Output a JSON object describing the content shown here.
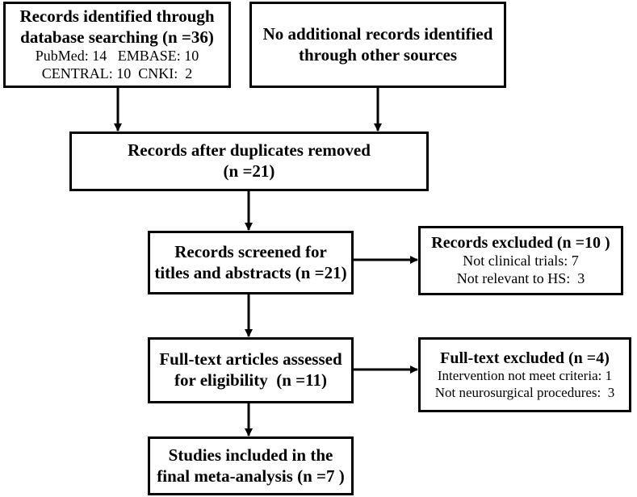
{
  "boxes": {
    "identified": {
      "line1": "Records identified through",
      "line2": "database searching (n =36)",
      "line3": "PubMed: 14   EMBASE: 10",
      "line4": "CENTRAL: 10  CNKI:  2"
    },
    "additional": {
      "line1": "No additional records identified",
      "line2": "through other sources"
    },
    "duplicates": {
      "line1": "Records after duplicates removed",
      "line2": "(n =21)"
    },
    "screened": {
      "line1": "Records screened for",
      "line2": "titles and abstracts (n =21)"
    },
    "excluded": {
      "line1": "Records excluded (n =10 )",
      "line2": "Not clinical trials: 7",
      "line3": "Not relevant to HS:  3"
    },
    "fulltext": {
      "line1": "Full-text articles assessed",
      "line2": "for eligibility  (n =11)"
    },
    "fulltext_excluded": {
      "line1": "Full-text excluded (n =4)",
      "line2": "Intervention not meet criteria: 1",
      "line3": "Not neurosurgical procedures:  3"
    },
    "included": {
      "line1": "Studies included in the",
      "line2": "final meta-analysis (n =7 )"
    }
  }
}
